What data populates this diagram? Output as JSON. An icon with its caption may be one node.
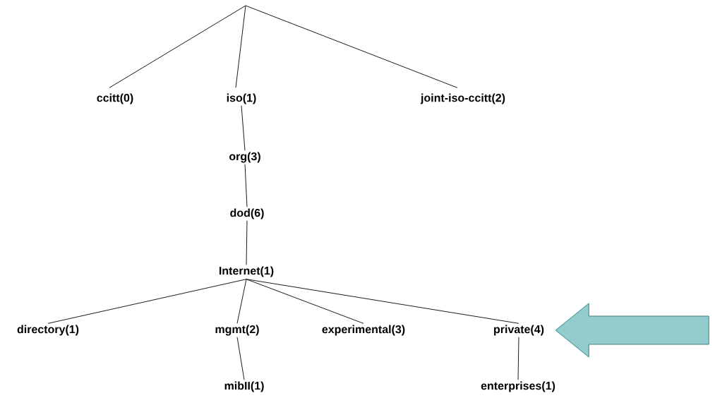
{
  "diagram": {
    "nodes": [
      {
        "text": [
          "ccitt(0)"
        ]
      },
      {
        "text": [
          "iso(1)"
        ]
      },
      {
        "text": [
          "joint-iso-ccitt(2)"
        ]
      },
      {
        "text": [
          "org(3)"
        ]
      },
      {
        "text": [
          "dod(6)"
        ]
      },
      {
        "text": [
          "Internet(1)"
        ]
      },
      {
        "text": [
          "directory(1)"
        ]
      },
      {
        "text": [
          "mgmt(2)"
        ]
      },
      {
        "text": [
          "experimental(3)"
        ]
      },
      {
        "text": [
          "private(4)"
        ]
      },
      {
        "text": [
          "mibII(1)"
        ]
      },
      {
        "text": [
          "enterprises(1)"
        ]
      }
    ],
    "edges": [
      {
        "from": null,
        "to": 0,
        "arrow": "none"
      },
      {
        "from": null,
        "to": 1,
        "arrow": "none"
      },
      {
        "from": null,
        "to": 2,
        "arrow": "none"
      },
      {
        "from": 1,
        "to": 3,
        "arrow": "none"
      },
      {
        "from": 3,
        "to": 4,
        "arrow": "none"
      },
      {
        "from": 4,
        "to": 5,
        "arrow": "none"
      },
      {
        "from": 5,
        "to": 6,
        "arrow": "none"
      },
      {
        "from": 5,
        "to": 7,
        "arrow": "none"
      },
      {
        "from": 5,
        "to": 8,
        "arrow": "none"
      },
      {
        "from": 5,
        "to": 9,
        "arrow": "none"
      },
      {
        "from": 7,
        "to": 10,
        "arrow": "none"
      },
      {
        "from": 9,
        "to": 11,
        "arrow": "none"
      },
      {
        "from": null,
        "to": 9,
        "arrow": "to",
        "style": "thick",
        "color": "#93cccc"
      }
    ]
  }
}
